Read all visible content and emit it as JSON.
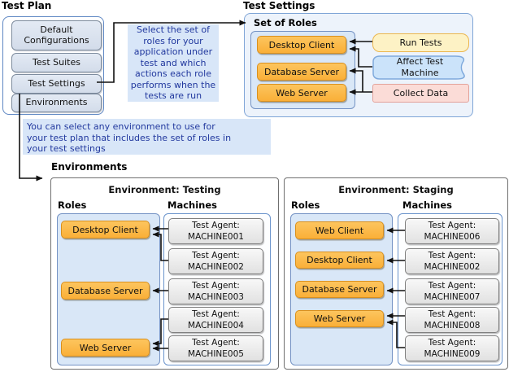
{
  "titles": {
    "test_plan": "Test Plan",
    "test_settings": "Test Settings",
    "set_of_roles": "Set of Roles",
    "environments": "Environments"
  },
  "test_plan": {
    "buttons": [
      "Default\nConfigurations",
      "Test Suites",
      "Test Settings",
      "Environments"
    ]
  },
  "annotations": {
    "select_roles": "Select the set of\nroles for your\napplication under\ntest and which\nactions each role\nperforms when the\ntests are run",
    "select_environment": "You can select any environment to use for\nyour test plan that includes the set of roles in\nyour test settings"
  },
  "test_settings": {
    "roles": [
      "Desktop Client",
      "Database Server",
      "Web Server"
    ],
    "actions": {
      "run_tests": "Run Tests",
      "affect_test_machine": "Affect Test\nMachine",
      "collect_data": "Collect Data"
    }
  },
  "environments": {
    "testing": {
      "title": "Environment: Testing",
      "roles_label": "Roles",
      "machines_label": "Machines",
      "roles": [
        "Desktop Client",
        "Database Server",
        "Web Server"
      ],
      "machines": [
        {
          "prefix": "Test Agent:",
          "name": "MACHINE001"
        },
        {
          "prefix": "Test Agent:",
          "name": "MACHINE002"
        },
        {
          "prefix": "Test Agent:",
          "name": "MACHINE003"
        },
        {
          "prefix": "Test Agent:",
          "name": "MACHINE004"
        },
        {
          "prefix": "Test Agent:",
          "name": "MACHINE005"
        }
      ]
    },
    "staging": {
      "title": "Environment: Staging",
      "roles_label": "Roles",
      "machines_label": "Machines",
      "roles": [
        "Web Client",
        "Desktop Client",
        "Database Server",
        "Web Server"
      ],
      "machines": [
        {
          "prefix": "Test Agent:",
          "name": "MACHINE006"
        },
        {
          "prefix": "Test Agent:",
          "name": "MACHINE002"
        },
        {
          "prefix": "Test Agent:",
          "name": "MACHINE007"
        },
        {
          "prefix": "Test Agent:",
          "name": "MACHINE008"
        },
        {
          "prefix": "Test Agent:",
          "name": "MACHINE009"
        }
      ]
    }
  },
  "colors": {
    "role_fill": "#FBB94A",
    "role_border": "#D9901E",
    "container_blue": "#D9E7F7",
    "note_bg": "#D8E6F8",
    "note_text": "#21389E",
    "action_yellow": "#FDF2C5",
    "action_blue": "#CBE3FA",
    "action_pink": "#FBDCD7",
    "connector": "#111111"
  }
}
